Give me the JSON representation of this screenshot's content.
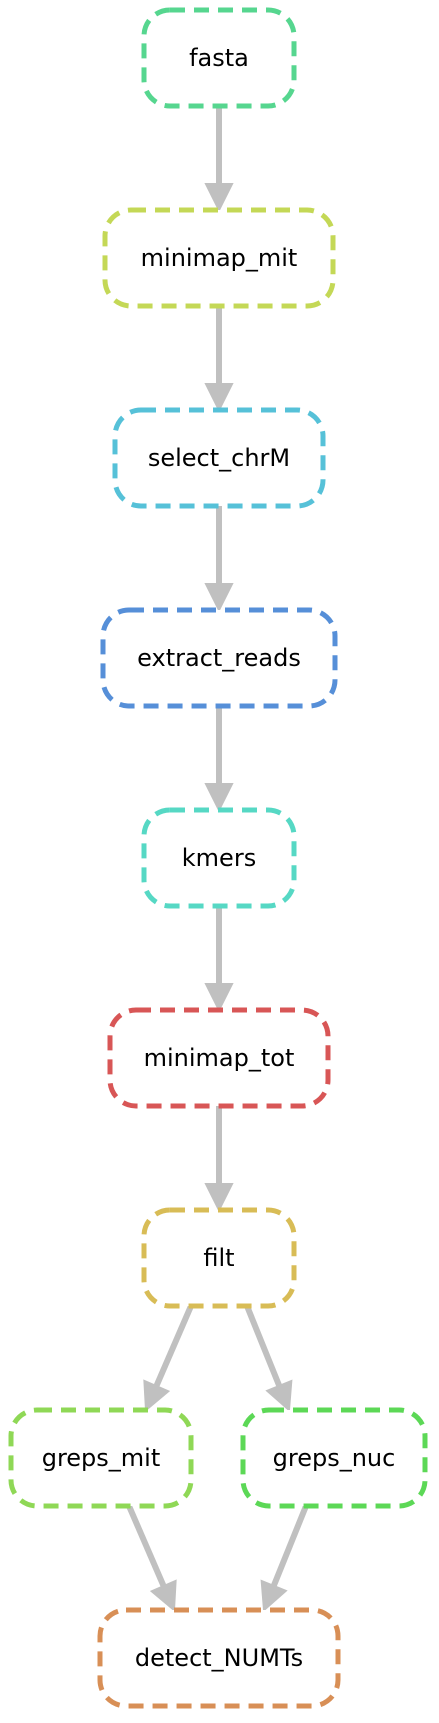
{
  "diagram": {
    "nodes": [
      {
        "id": "fasta",
        "label": "fasta",
        "color": "#56d68f"
      },
      {
        "id": "minimap_mit",
        "label": "minimap_mit",
        "color": "#c4d856"
      },
      {
        "id": "select_chrM",
        "label": "select_chrM",
        "color": "#56c1d8"
      },
      {
        "id": "extract_reads",
        "label": "extract_reads",
        "color": "#568fd8"
      },
      {
        "id": "kmers",
        "label": "kmers",
        "color": "#56d8c4"
      },
      {
        "id": "minimap_tot",
        "label": "minimap_tot",
        "color": "#d85656"
      },
      {
        "id": "filt",
        "label": "filt",
        "color": "#d8bc56"
      },
      {
        "id": "greps_mit",
        "label": "greps_mit",
        "color": "#8fd856"
      },
      {
        "id": "greps_nuc",
        "label": "greps_nuc",
        "color": "#5cd856"
      },
      {
        "id": "detect_NUMTs",
        "label": "detect_NUMTs",
        "color": "#d88f56"
      }
    ],
    "edges": [
      {
        "from": "fasta",
        "to": "minimap_mit"
      },
      {
        "from": "minimap_mit",
        "to": "select_chrM"
      },
      {
        "from": "select_chrM",
        "to": "extract_reads"
      },
      {
        "from": "extract_reads",
        "to": "kmers"
      },
      {
        "from": "kmers",
        "to": "minimap_tot"
      },
      {
        "from": "minimap_tot",
        "to": "filt"
      },
      {
        "from": "filt",
        "to": "greps_mit"
      },
      {
        "from": "filt",
        "to": "greps_nuc"
      },
      {
        "from": "greps_mit",
        "to": "detect_NUMTs"
      },
      {
        "from": "greps_nuc",
        "to": "detect_NUMTs"
      }
    ],
    "edge_color": "#c0c0c0"
  }
}
